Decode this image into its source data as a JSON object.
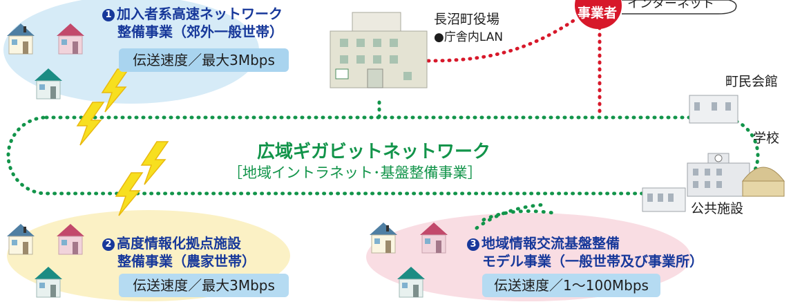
{
  "operator_label": "事業者",
  "internet_label": "インターネット",
  "town_hall": {
    "name": "長沼町役場",
    "lan": "●庁舎内LAN"
  },
  "network": {
    "title": "広域ギガビットネットワーク",
    "subtitle": "［地域イントラネット･基盤整備事業］"
  },
  "facilities": {
    "community_hall": "町民会館",
    "school": "学校",
    "public": "公共施設"
  },
  "projects": [
    {
      "number": "1",
      "line1": "加入者系高速ネットワーク",
      "line2": "整備事業（郊外一般世帯）",
      "speed": "伝送速度／最大3Mbps"
    },
    {
      "number": "2",
      "line1": "高度情報化拠点施設",
      "line2": "整備事業（農家世帯）",
      "speed": "伝送速度／最大3Mbps"
    },
    {
      "number": "3",
      "line1": "地域情報交流基盤整備",
      "line2": "モデル事業（一般世帯及び事業所）",
      "speed": "伝送速度／1〜100Mbps"
    }
  ],
  "colors": {
    "network_green": "#12944a",
    "red_link": "#d7182a",
    "project_blue": "#17389a",
    "zone1": "#d6ebf7",
    "zone2": "#fbf1c5",
    "zone3": "#f9dde3"
  }
}
